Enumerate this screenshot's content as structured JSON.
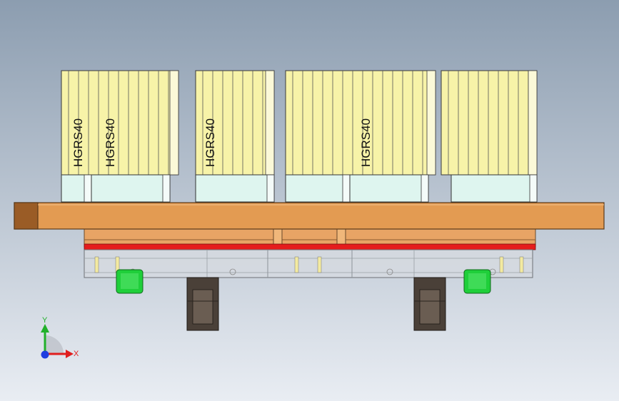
{
  "viewport": {
    "background_top": "#8c9db0",
    "background_bottom": "#e9edf3"
  },
  "model": {
    "cylinders": [
      {
        "label": "HGRS40"
      },
      {
        "label": "HGRS40"
      },
      {
        "label": "HGRS40"
      },
      {
        "label": "HGRS40"
      },
      {
        "label": ""
      }
    ],
    "colors": {
      "cylinder_body": "#f7f3a8",
      "cylinder_base": "#def5ef",
      "plate": "#e39b52",
      "plate_end": "#9a5c26",
      "red_strip": "#e51c1c",
      "green_part": "#1fcf3a",
      "dark_block": "#4a4038"
    }
  },
  "triad": {
    "y_label": "Y",
    "x_label": "X",
    "y_color": "#21b02a",
    "x_color": "#e01e1e",
    "z_color": "#1f3ee0"
  }
}
